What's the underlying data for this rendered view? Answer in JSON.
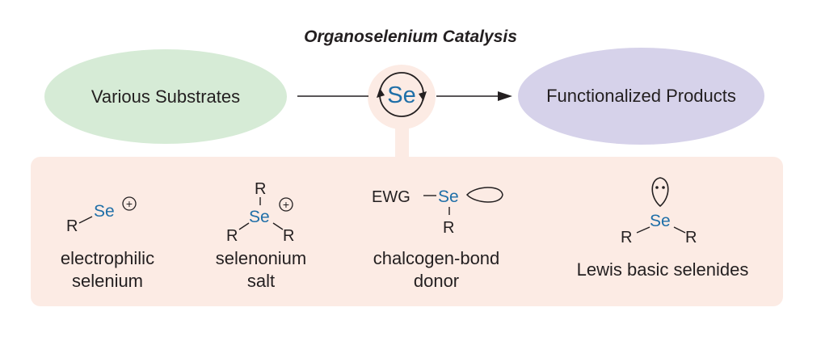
{
  "title": "Organoselenium Catalysis",
  "left_node": "Various Substrates",
  "right_node": "Functionalized Products",
  "center_symbol": "Se",
  "colors": {
    "left_ellipse": "#d6ebd6",
    "right_ellipse": "#d6d2ea",
    "panel": "#fcebe4",
    "selenium": "#1f6fa8"
  },
  "catalysts": [
    {
      "name": "electrophilic selenium",
      "line1": "electrophilic",
      "line2": "selenium",
      "atoms": {
        "se": "Se",
        "r": "R",
        "charge": "+"
      }
    },
    {
      "name": "selenonium salt",
      "line1": "selenonium",
      "line2": "salt",
      "atoms": {
        "se": "Se",
        "r_top": "R",
        "r_left": "R",
        "r_right": "R",
        "charge": "+"
      }
    },
    {
      "name": "chalcogen-bond donor",
      "line1": "chalcogen-bond",
      "line2": "donor",
      "atoms": {
        "ewg": "EWG",
        "se": "Se",
        "r": "R"
      }
    },
    {
      "name": "Lewis basic selenides",
      "line1": "Lewis basic selenides",
      "atoms": {
        "se": "Se",
        "r_left": "R",
        "r_right": "R"
      }
    }
  ]
}
